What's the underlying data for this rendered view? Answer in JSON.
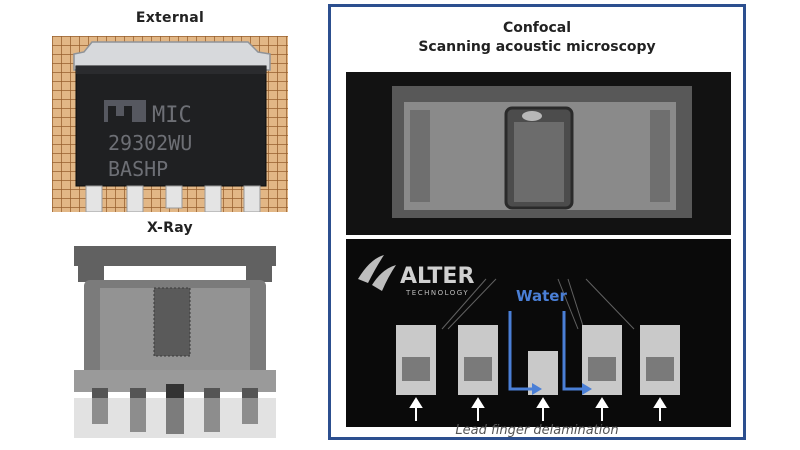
{
  "labels": {
    "external": "External",
    "xray": "X-Ray"
  },
  "chip_marking": {
    "line1": "MIC",
    "line2": "29302WU",
    "line3": "BASHP"
  },
  "sam": {
    "title_line1": "Confocal",
    "title_line2": "Scanning acoustic microscopy",
    "logo_text": "ALTER",
    "logo_sub": "TECHNOLOGY",
    "water_label": "Water",
    "caption": "Lead finger delamination"
  },
  "colors": {
    "panel_border": "#2c4f8f",
    "water_arrow": "#4a7fd6",
    "grid_paper": "#e2b786"
  },
  "icons": [
    "white-up-arrow-icon",
    "blue-flow-arrow-icon"
  ]
}
